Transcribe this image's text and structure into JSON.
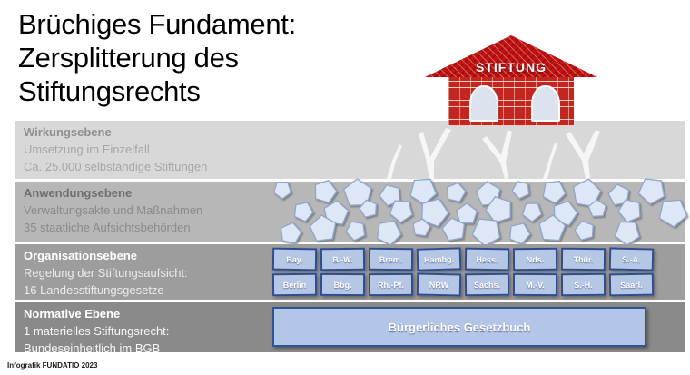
{
  "title": {
    "lines": [
      "Brüchiges Fundament:",
      "Zersplitterung des",
      "Stiftungsrechts"
    ]
  },
  "house": {
    "label": "STIFTUNG"
  },
  "levels": [
    {
      "name": "Wirkungsebene",
      "line1": "Umsetzung im Einzelfall",
      "line2": "Ca. 25.000 selbständige Stiftungen",
      "bg": "#d8d8d8"
    },
    {
      "name": "Anwendungsebene",
      "line1": "Verwaltungsakte und Maßnahmen",
      "line2": "35 staatliche Aufsichtsbehörden",
      "bg": "#b7b7b7"
    },
    {
      "name": "Organisationsebene",
      "line1": "Regelung der Stiftungsaufsicht:",
      "line2": "16 Landesstiftungsgesetze",
      "bg": "#9d9d9d"
    },
    {
      "name": "Normative Ebene",
      "line1": "1 materielles Stiftungsrecht:",
      "line2": "Bundeseinheitlich im BGB",
      "bg": "#8a8a8a"
    }
  ],
  "org_level": {
    "states_row1": [
      "Bay.",
      "B.-W.",
      "Brem.",
      "Hambg.",
      "Hess.",
      "Nds.",
      "Thür.",
      "S.-A."
    ],
    "states_row2": [
      "Berlin",
      "Bbg.",
      "Rh.-Pf.",
      "NRW",
      "Sachs.",
      "M.-V.",
      "S.-H.",
      "Saarl."
    ],
    "box_fill": "#b6c7e6",
    "box_border": "#2e4d8c"
  },
  "normative_level": {
    "bgb_label": "Bürgerliches Gesetzbuch",
    "box_fill": "#b4c6e7",
    "box_border": "#2e5496"
  },
  "application_level": {
    "stone_count": 35,
    "stone_fill": "#dde7f5",
    "stone_border": "#8fa5cd"
  },
  "footer": "Infografik FUNDATIO 2023"
}
